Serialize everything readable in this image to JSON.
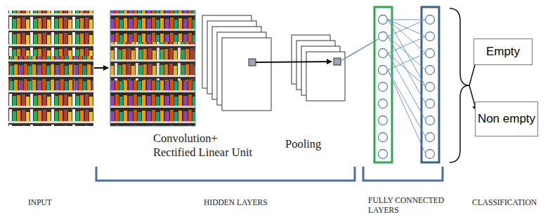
{
  "diagram": {
    "nodes": [
      {
        "text": [
          "Empty"
        ]
      },
      {
        "text": [
          "Non empty"
        ]
      }
    ],
    "labels": [
      "Convolution+ Rectified Linear Unit",
      "Pooling",
      "INPUT",
      "HIDDEN LAYERS",
      "FULLY CONNECTED LAYERS",
      "CLASSIFICATION"
    ]
  }
}
